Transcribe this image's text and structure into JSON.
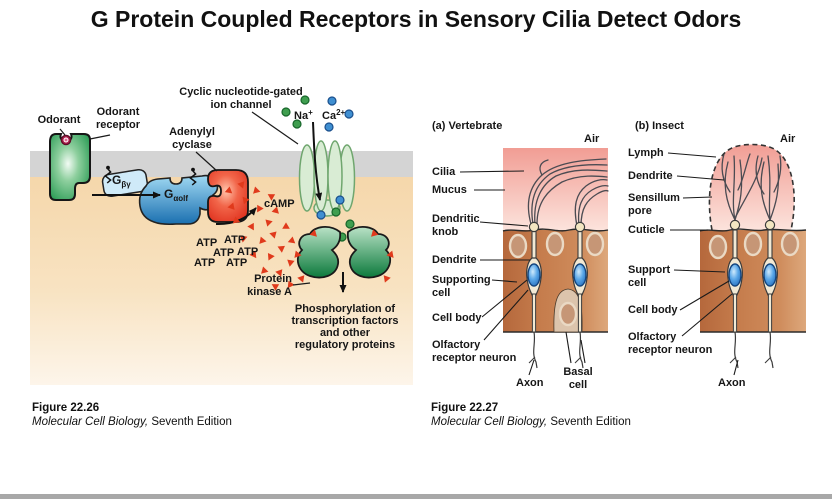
{
  "title": "G Protein Coupled Receptors in Sensory Cilia Detect Odors",
  "fig1": {
    "labels": {
      "odorant": "Odorant",
      "receptor_l1": "Odorant",
      "receptor_l2": "receptor",
      "adenylyl_l1": "Adenylyl",
      "adenylyl_l2": "cyclase",
      "channel_l1": "Cyclic nucleotide-gated",
      "channel_l2": "ion channel",
      "na_main": "Na",
      "na_sup": "+",
      "ca_main": "Ca",
      "ca_sup": "2+",
      "g_bg_main": "G",
      "g_bg_sub": "βγ",
      "g_aolf_main": "G",
      "g_aolf_sub": "αolf",
      "camp": "cAMP",
      "atp": "ATP",
      "pka_l1": "Protein",
      "pka_l2": "kinase A",
      "phos_l1": "Phosphorylation of",
      "phos_l2": "transcription factors",
      "phos_l3": "and other",
      "phos_l4": "regulatory proteins"
    },
    "caption_fig": "Figure 22.26",
    "caption_book": "Molecular Cell Biology,",
    "caption_edition": " Seventh Edition"
  },
  "fig2": {
    "panel_a": {
      "title": "(a) Vertebrate",
      "air": "Air",
      "labels": {
        "cilia": "Cilia",
        "mucus": "Mucus",
        "dknob_l1": "Dendritic",
        "dknob_l2": "knob",
        "dendrite": "Dendrite",
        "supporting_l1": "Supporting",
        "supporting_l2": "cell",
        "cell_body": "Cell body",
        "orn_l1": "Olfactory",
        "orn_l2": "receptor neuron",
        "axon": "Axon",
        "basal_l1": "Basal",
        "basal_l2": "cell"
      }
    },
    "panel_b": {
      "title": "(b) Insect",
      "air": "Air",
      "labels": {
        "lymph": "Lymph",
        "dendrite": "Dendrite",
        "sensillum_l1": "Sensillum",
        "sensillum_l2": "pore",
        "cuticle": "Cuticle",
        "support_l1": "Support",
        "support_l2": "cell",
        "cell_body": "Cell body",
        "orn_l1": "Olfactory",
        "orn_l2": "receptor neuron",
        "axon": "Axon"
      }
    },
    "caption_fig": "Figure 22.27",
    "caption_book": "Molecular Cell Biology,",
    "caption_edition": " Seventh Edition"
  },
  "colors": {
    "membrane_gray": "#d4d4d4",
    "cytoplasm_peach": "#f6d8ab",
    "receptor_green": "#159045",
    "g_protein_blue": "#1a6fb0",
    "adenylyl_red": "#dd2a18",
    "channel_pale_green": "#d9ecd4",
    "camp_red": "#e03a1c",
    "na_green": "#3f9e4f",
    "ca_blue": "#3f8fd1",
    "pka_green": "#0c7a3c",
    "mucus_pink": "#f19d94",
    "tissue_brown": "#c57c4c",
    "cell_body_blue": "#1d64b4",
    "bottom_bar_gray": "#a8a8a8"
  }
}
